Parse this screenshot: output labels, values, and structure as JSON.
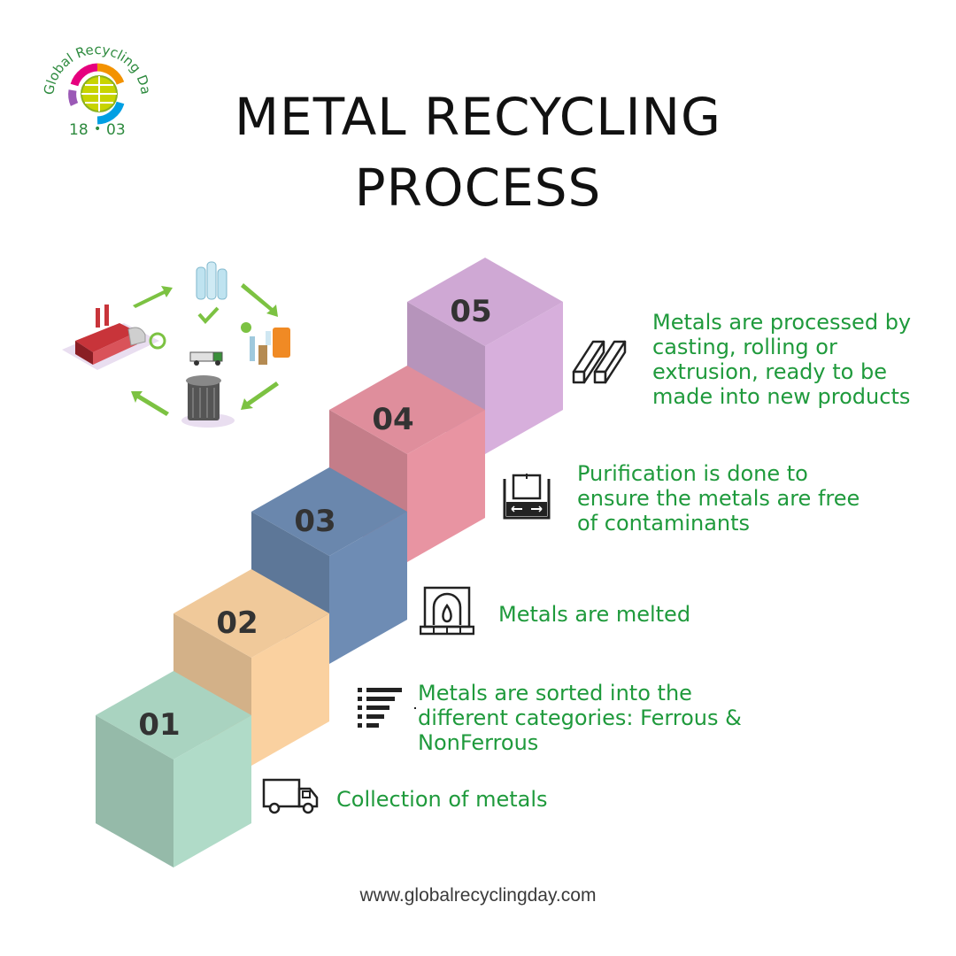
{
  "logo": {
    "arc_text": "Global Recycling Day",
    "date_left": "18",
    "date_sep": "•",
    "date_right": "03"
  },
  "title": {
    "line1": "METAL RECYCLING",
    "line2": "PROCESS"
  },
  "steps": [
    {
      "number": "01",
      "text": "Collection of metals",
      "icon": "truck-icon",
      "color": "#a9d3c0"
    },
    {
      "number": "02",
      "text": "Metals are sorted into the different categories: Ferrous & NonFerrous",
      "icon": "sort-list-icon",
      "color": "#f0c99a"
    },
    {
      "number": "03",
      "text": "Metals are melted",
      "icon": "furnace-icon",
      "color": "#6a87ad"
    },
    {
      "number": "04",
      "text": "Purification is done to ensure the metals are free of contaminants",
      "icon": "purification-tank-icon",
      "color": "#df8e9c"
    },
    {
      "number": "05",
      "text": "Metals are processed by casting, rolling or extrusion, ready to be made into new products",
      "icon": "metal-bars-icon",
      "color": "#cfa8d4"
    }
  ],
  "colors": {
    "text_green": "#1f9a3c",
    "arrow_green": "#7cc242"
  },
  "footer": "www.globalrecyclingday.com"
}
